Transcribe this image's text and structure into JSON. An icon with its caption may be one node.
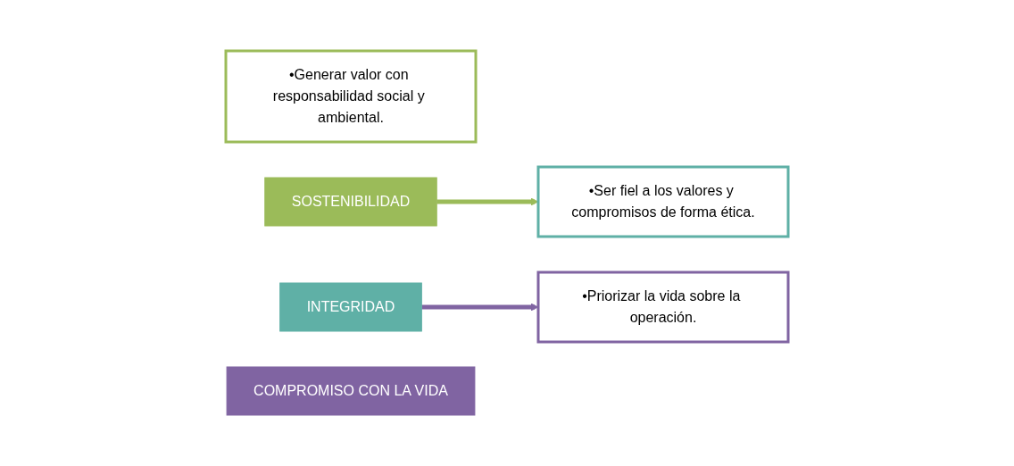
{
  "diagram": {
    "nodes": [
      {
        "text": [
          "•Generar valor con responsabilidad social y ambiental."
        ]
      },
      {
        "text": [
          "SOSTENIBILIDAD"
        ]
      },
      {
        "text": [
          "INTEGRIDAD"
        ]
      },
      {
        "text": [
          "•Ser fiel a los valores y compromisos de forma ética."
        ]
      },
      {
        "text": [
          "•Priorizar la vida sobre la operación."
        ]
      },
      {
        "text": [
          "COMPROMISO CON LA VIDA"
        ]
      }
    ],
    "edges": [
      {
        "from": 1,
        "to": 3,
        "arrow": "to",
        "color": "#9bbb59"
      },
      {
        "from": 2,
        "to": 4,
        "arrow": "to",
        "color": "#8064a2"
      }
    ]
  }
}
